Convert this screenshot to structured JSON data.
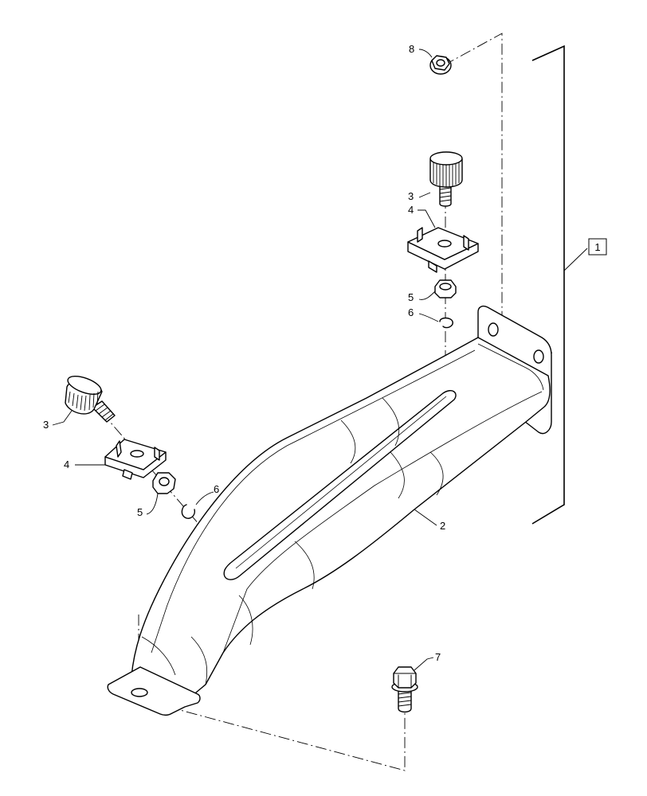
{
  "callouts": {
    "assembly": "1",
    "bracket": "2",
    "knob_upper": "3",
    "knob_lower": "3",
    "clamp_upper": "4",
    "clamp_lower": "4",
    "nut_upper": "5",
    "nut_lower": "5",
    "clip_upper": "6",
    "clip_lower": "6",
    "bolt": "7",
    "flange_nut": "8"
  }
}
